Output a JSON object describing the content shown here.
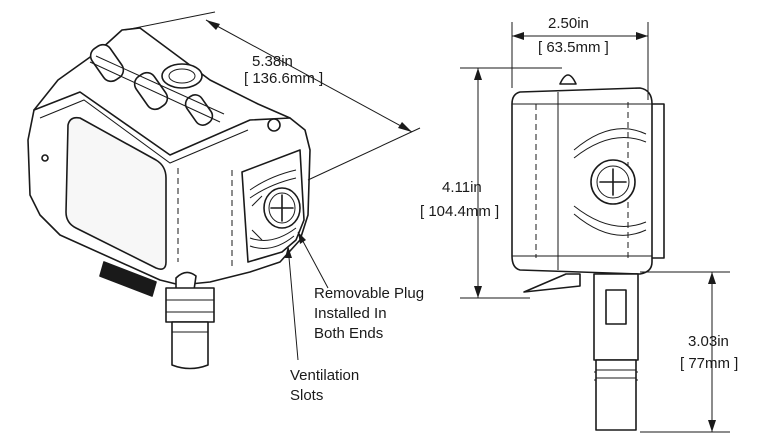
{
  "dimensions": {
    "length": {
      "imperial": "5.38in",
      "metric": "[ 136.6mm ]"
    },
    "width": {
      "imperial": "2.50in",
      "metric": "[ 63.5mm ]"
    },
    "height": {
      "imperial": "4.11in",
      "metric": "[ 104.4mm ]"
    },
    "probe": {
      "imperial": "3.03in",
      "metric": "[ 77mm ]"
    }
  },
  "callouts": {
    "plug": {
      "line1": "Removable Plug",
      "line2": "Installed In",
      "line3": "Both Ends"
    },
    "vent": {
      "line1": "Ventilation",
      "line2": "Slots"
    }
  }
}
